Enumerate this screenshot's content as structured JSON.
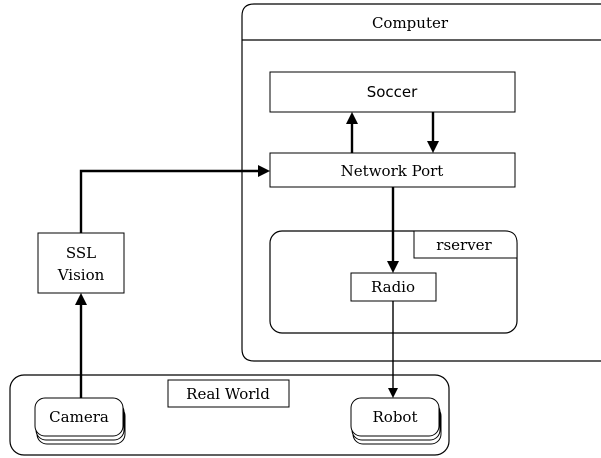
{
  "diagram": {
    "computer": {
      "title": "Computer"
    },
    "soccer": {
      "label": "Soccer"
    },
    "network_port": {
      "label": "Network Port"
    },
    "rserver": {
      "title": "rserver"
    },
    "radio": {
      "label": "Radio"
    },
    "ssl_vision": {
      "line1": "SSL",
      "line2": "Vision"
    },
    "real_world": {
      "title": "Real World"
    },
    "camera": {
      "label": "Camera"
    },
    "robot": {
      "label": "Robot"
    }
  },
  "colors": {
    "stroke": "#000000",
    "fill": "#ffffff"
  }
}
